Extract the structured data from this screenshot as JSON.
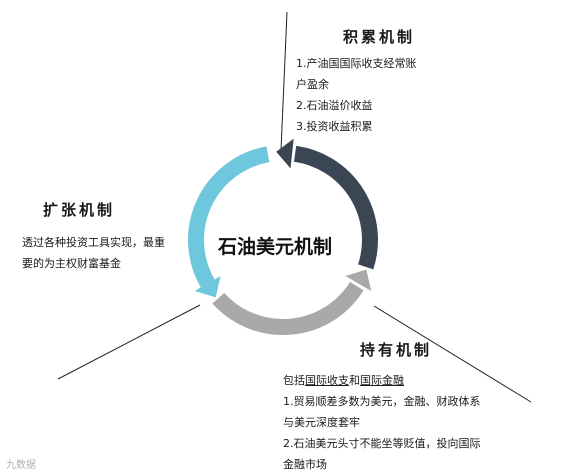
{
  "center": {
    "title": "石油美元机制"
  },
  "accumulation": {
    "heading": "积累机制",
    "lines": [
      "1.产油国国际收支经常账",
      "户盈余",
      "2.石油溢价收益",
      "3.投资收益积累"
    ]
  },
  "expansion": {
    "heading": "扩张机制",
    "lines": [
      "透过各种投资工具实现，最重",
      "要的为主权财富基金"
    ]
  },
  "holding": {
    "heading": "持有机制",
    "intro_a": "包括",
    "intro_b": "国际收支",
    "intro_c": "和",
    "intro_d": "国际金融",
    "lines": [
      "1.贸易顺差多数为美元，金融、财政体系",
      "与美元深度套牢",
      "2.石油美元头寸不能坐等贬值，投向国际",
      "金融市场"
    ]
  },
  "watermark": {
    "text": "九数据"
  },
  "colors": {
    "dark_arc": "#3b4654",
    "blue_arc": "#6ec7dd",
    "gray_arc": "#a9a9a9",
    "divider": "#222222"
  }
}
